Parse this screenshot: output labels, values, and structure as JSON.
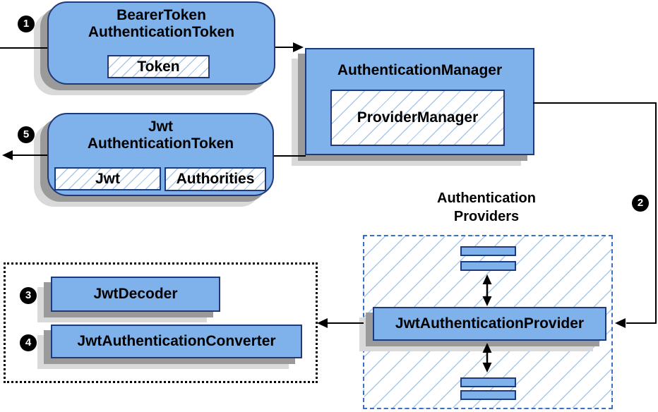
{
  "diagram": {
    "nodes": {
      "bearer_token": {
        "title_line1": "BearerToken",
        "title_line2": "AuthenticationToken",
        "field": "Token"
      },
      "authentication_manager": {
        "title": "AuthenticationManager",
        "inner": "ProviderManager"
      },
      "jwt_token": {
        "title_line1": "Jwt",
        "title_line2": "AuthenticationToken",
        "field1": "Jwt",
        "field2": "Authorities"
      },
      "providers_group": {
        "label_line1": "Authentication",
        "label_line2": "Providers"
      },
      "jwt_authentication_provider": {
        "title": "JwtAuthenticationProvider"
      },
      "jwt_decoder": {
        "title": "JwtDecoder"
      },
      "jwt_authentication_converter": {
        "title": "JwtAuthenticationConverter"
      }
    },
    "steps": {
      "s1": "1",
      "s2": "2",
      "s3": "3",
      "s4": "4",
      "s5": "5"
    }
  },
  "colors": {
    "node_fill": "#7fb2ea",
    "node_border": "#1f3a7a",
    "hatch_line": "#a9c7e8",
    "providers_dash_border": "#3a70c2",
    "shadow_dark": "#9a9a9a",
    "shadow_light": "#d9d9d9",
    "connector": "#000000",
    "badge_bg": "#000000",
    "badge_fg": "#ffffff",
    "page_bg": "#ffffff"
  }
}
